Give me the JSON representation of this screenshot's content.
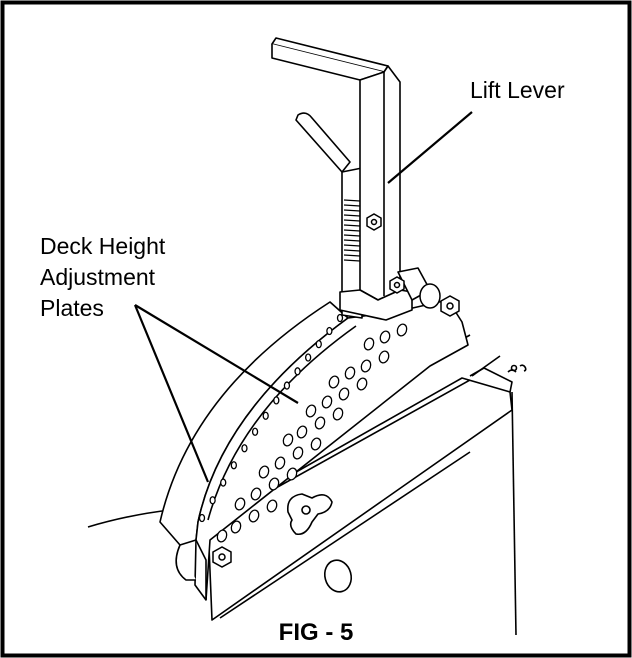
{
  "figure": {
    "caption": "FIG - 5",
    "labels": {
      "lift_lever": "Lift Lever",
      "deck_plates_line1": "Deck Height",
      "deck_plates_line2": "Adjustment",
      "deck_plates_line3": "Plates"
    }
  }
}
